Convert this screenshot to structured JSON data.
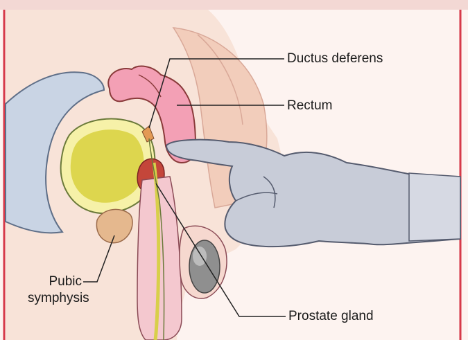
{
  "labels": {
    "ductus_deferens": "Ductus deferens",
    "rectum": "Rectum",
    "prostate_gland": "Prostate gland",
    "pubic_line1": "Pubic",
    "pubic_line2": "symphysis"
  },
  "colors": {
    "frame_border": "#d63a4a",
    "skin": "#f6ddd0",
    "buttock": "#f0c9b8",
    "rectum": "#f29bb0",
    "bladder_outer": "#f4f0a0",
    "bladder_inner": "#d9d24a",
    "prostate": "#c8453a",
    "pubic_bone": "#e3b48a",
    "glove": "#c9ccd6",
    "testis": "#8c8c8c",
    "leader_line": "#222222"
  }
}
